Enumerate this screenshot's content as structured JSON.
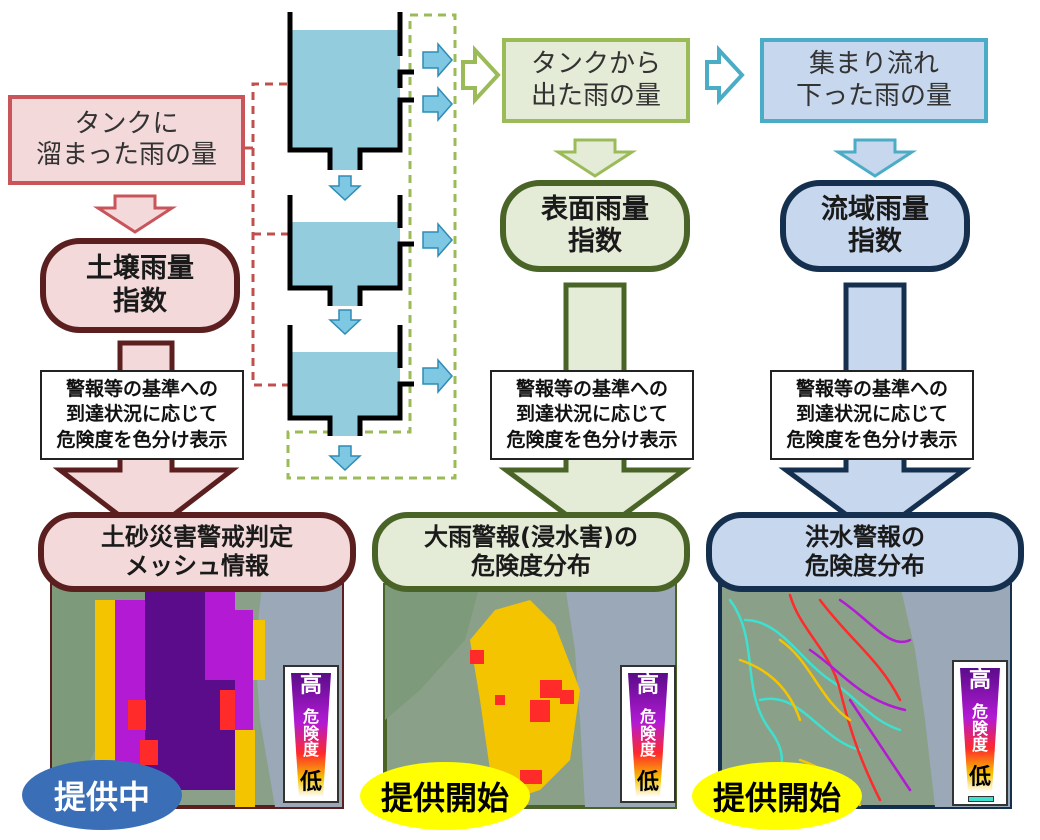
{
  "source_boxes": {
    "soil": "タンクに\n溜まった雨の量",
    "surface": "タンクから\n出た雨の量",
    "basin": "集まり流れ\n下った雨の量"
  },
  "index_labels": {
    "soil": "土壌雨量\n指数",
    "surface": "表面雨量\n指数",
    "basin": "流域雨量\n指数"
  },
  "criteria_text": "警報等の基準への\n到達状況に応じて\n危険度を色分け表示",
  "product_labels": {
    "soil": "土砂災害警戒判定\nメッシュ情報",
    "surface": "大雨警報(浸水害)の\n危険度分布",
    "basin": "洪水警報の\n危険度分布"
  },
  "legend": {
    "high": "高",
    "middle": "危\n険\n度",
    "low": "低"
  },
  "status_badges": {
    "soil": "提供中",
    "surface": "提供開始",
    "basin": "提供開始"
  },
  "colors": {
    "soil_border": "#5c1f1f",
    "soil_fill": "#f3d9d9",
    "soil_box_border": "#c9545a",
    "surface_border": "#4a6428",
    "surface_fill": "#e4ebd6",
    "surface_box_border": "#9bbb59",
    "basin_border": "#15304f",
    "basin_fill": "#c6d7ee",
    "basin_box_border": "#4bacc6",
    "tank_water": "#93cddd",
    "badge_blue": "#3a6fb8",
    "badge_yellow": "#ffff00"
  }
}
